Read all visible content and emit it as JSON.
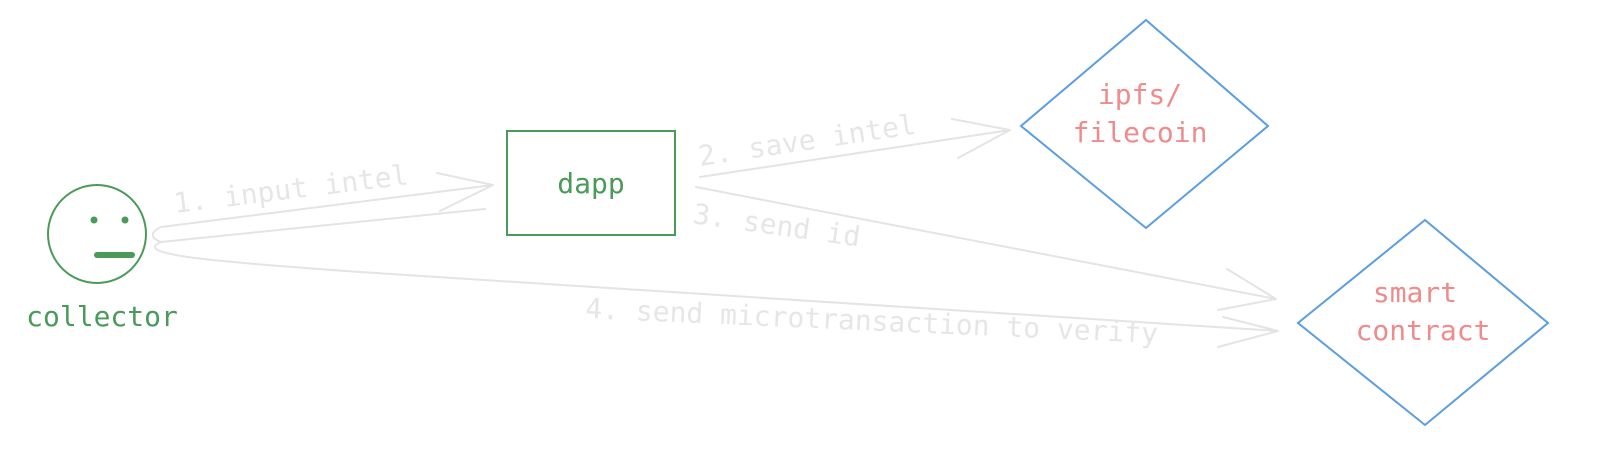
{
  "nodes": {
    "collector": {
      "label": "collector"
    },
    "dapp": {
      "label": "dapp"
    },
    "ipfs": {
      "line1": "ipfs/",
      "line2": "filecoin"
    },
    "smart_contract": {
      "line1": "smart",
      "line2": "contract"
    }
  },
  "edges": [
    {
      "from": "collector",
      "to": "dapp",
      "label": "1. input intel"
    },
    {
      "from": "dapp",
      "to": "ipfs",
      "label": "2. save intel"
    },
    {
      "from": "dapp",
      "to": "smart_contract",
      "label": "3. send id"
    },
    {
      "from": "collector",
      "to": "smart_contract",
      "label": "4. send microtransaction to verify"
    }
  ],
  "colors": {
    "actor": "#4a9a5a",
    "service": "#4a9a5a",
    "storage_border": "#5a9ee0",
    "storage_text": "#f08b8b",
    "edge": "#e4e4e4"
  },
  "icons": {
    "collector": "neutral-face-icon"
  }
}
